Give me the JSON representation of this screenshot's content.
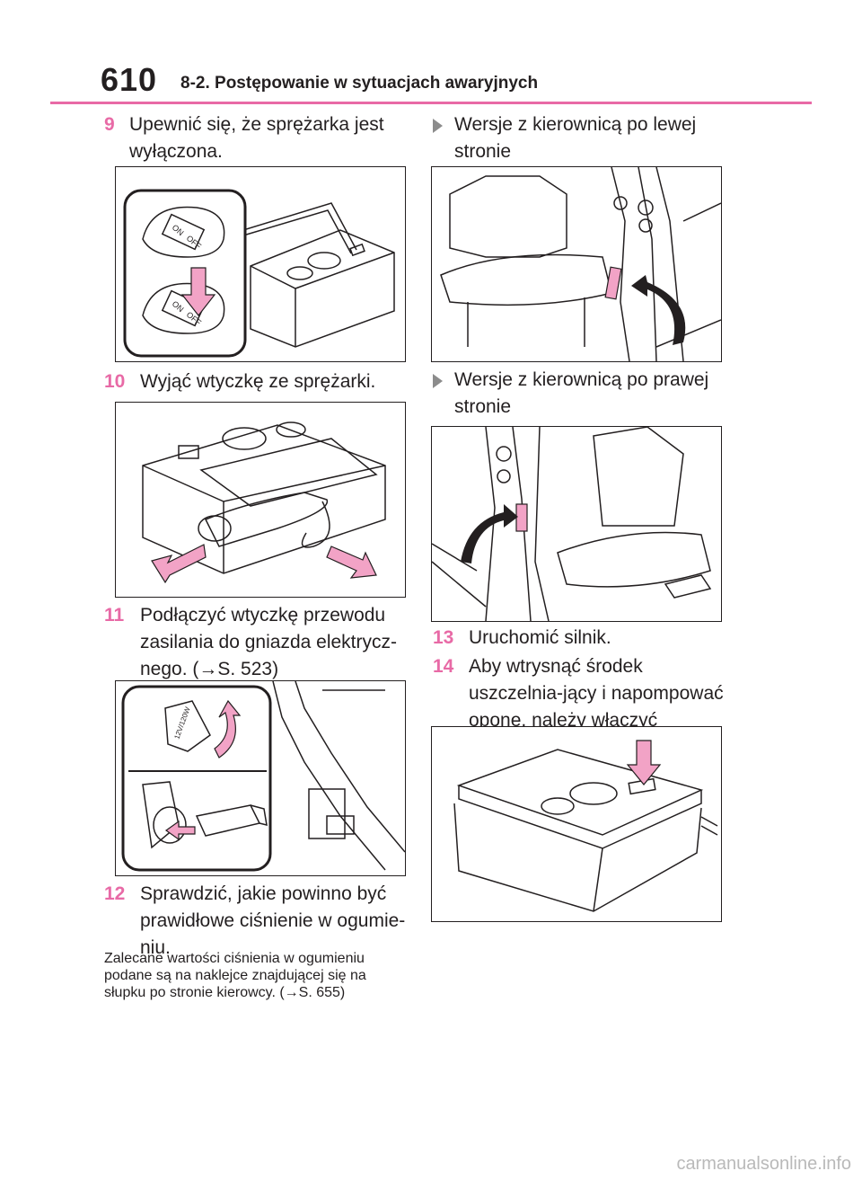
{
  "header": {
    "page_number": "610",
    "section_title": "8-2. Postępowanie w sytuacjach awaryjnych"
  },
  "steps": {
    "s9": {
      "num": "9",
      "text": "Upewnić się, że sprężarka jest wyłączona."
    },
    "s10": {
      "num": "10",
      "text": "Wyjąć wtyczkę ze sprężarki."
    },
    "s11": {
      "num": "11",
      "text": "Podłączyć wtyczkę przewodu zasilania do gniazda elektrycz-nego. (→S. 523)"
    },
    "s12": {
      "num": "12",
      "text": "Sprawdzić, jakie powinno być prawidłowe ciśnienie w ogumie-niu."
    },
    "s13": {
      "num": "13",
      "text": "Uruchomić silnik."
    },
    "s14": {
      "num": "14",
      "text": "Aby wtrysnąć środek uszczelnia-jący i napompować oponę, należy włączyć sprężarkę."
    }
  },
  "note": "Zalecane wartości ciśnienia w ogumieniu podane są na naklejce znajdującej się na słupku po stronie kierowcy. (→S. 655)",
  "bullets": {
    "left_hand": "Wersje z kierownicą po lewej stronie",
    "right_hand": "Wersje z kierownicą po prawej stronie"
  },
  "figure_labels": {
    "on": "ON",
    "off": "OFF",
    "socket_rating": "12V/120W"
  },
  "colors": {
    "accent_pink": "#e86aa6",
    "arrow_fill": "#f2a3c6",
    "text": "#231f20"
  },
  "watermark": "carmanualsonline.info"
}
